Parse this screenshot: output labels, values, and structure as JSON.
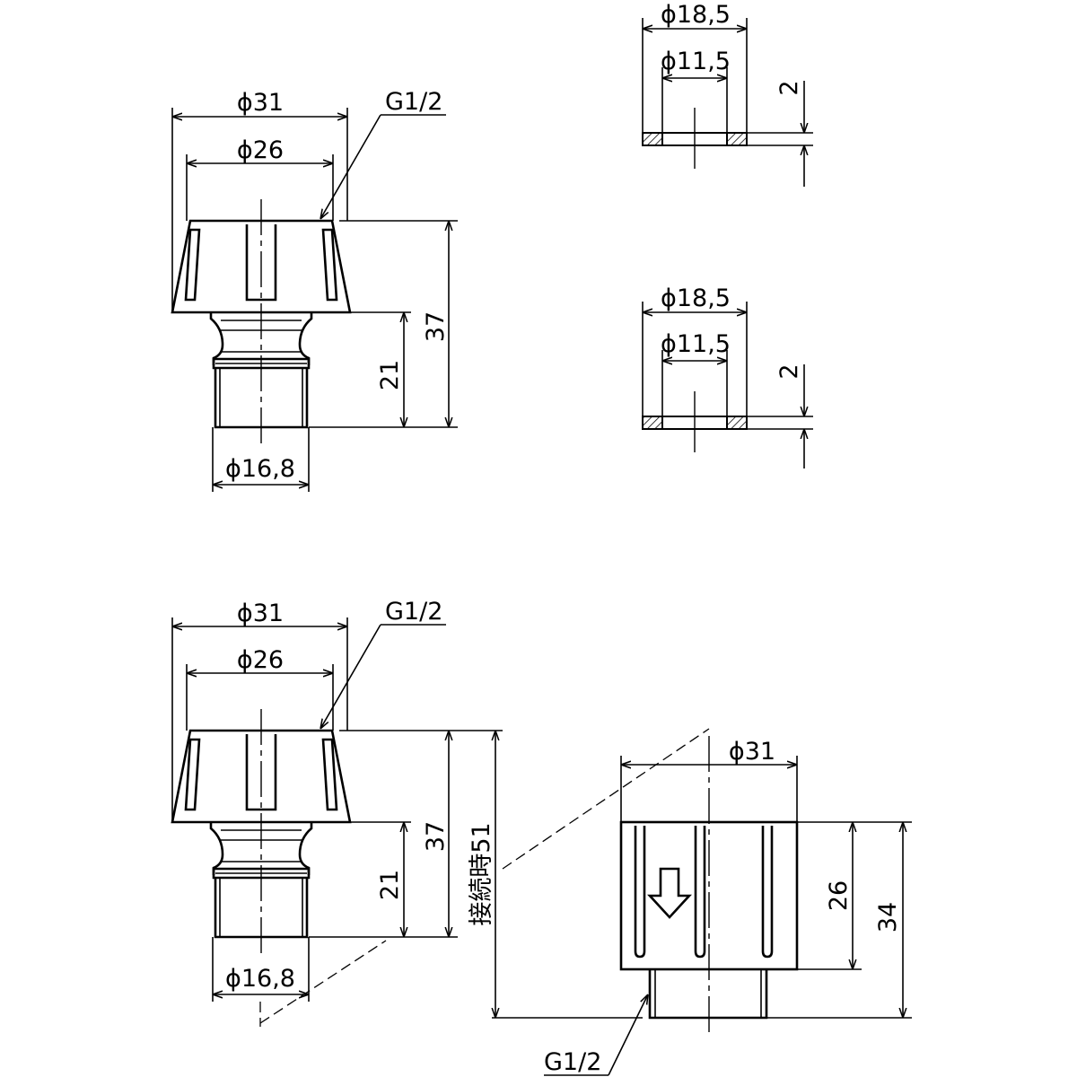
{
  "drawing": {
    "top_left": {
      "dia_outer": "ϕ31",
      "dia_inner": "ϕ26",
      "thread": "G1/2",
      "height_total": "37",
      "height_lower": "21",
      "dia_bottom": "ϕ16,8"
    },
    "washer_upper": {
      "dia_outer": "ϕ18,5",
      "dia_inner": "ϕ11,5",
      "thickness": "2"
    },
    "washer_lower": {
      "dia_outer": "ϕ18,5",
      "dia_inner": "ϕ11,5",
      "thickness": "2"
    },
    "bottom_left": {
      "dia_outer": "ϕ31",
      "dia_inner": "ϕ26",
      "thread": "G1/2",
      "height_total": "37",
      "height_lower": "21",
      "dia_bottom": "ϕ16,8",
      "assembled_height": "接続時51"
    },
    "bottom_right": {
      "dia_outer": "ϕ31",
      "height_inner": "26",
      "height_total": "34",
      "thread": "G1/2"
    }
  }
}
